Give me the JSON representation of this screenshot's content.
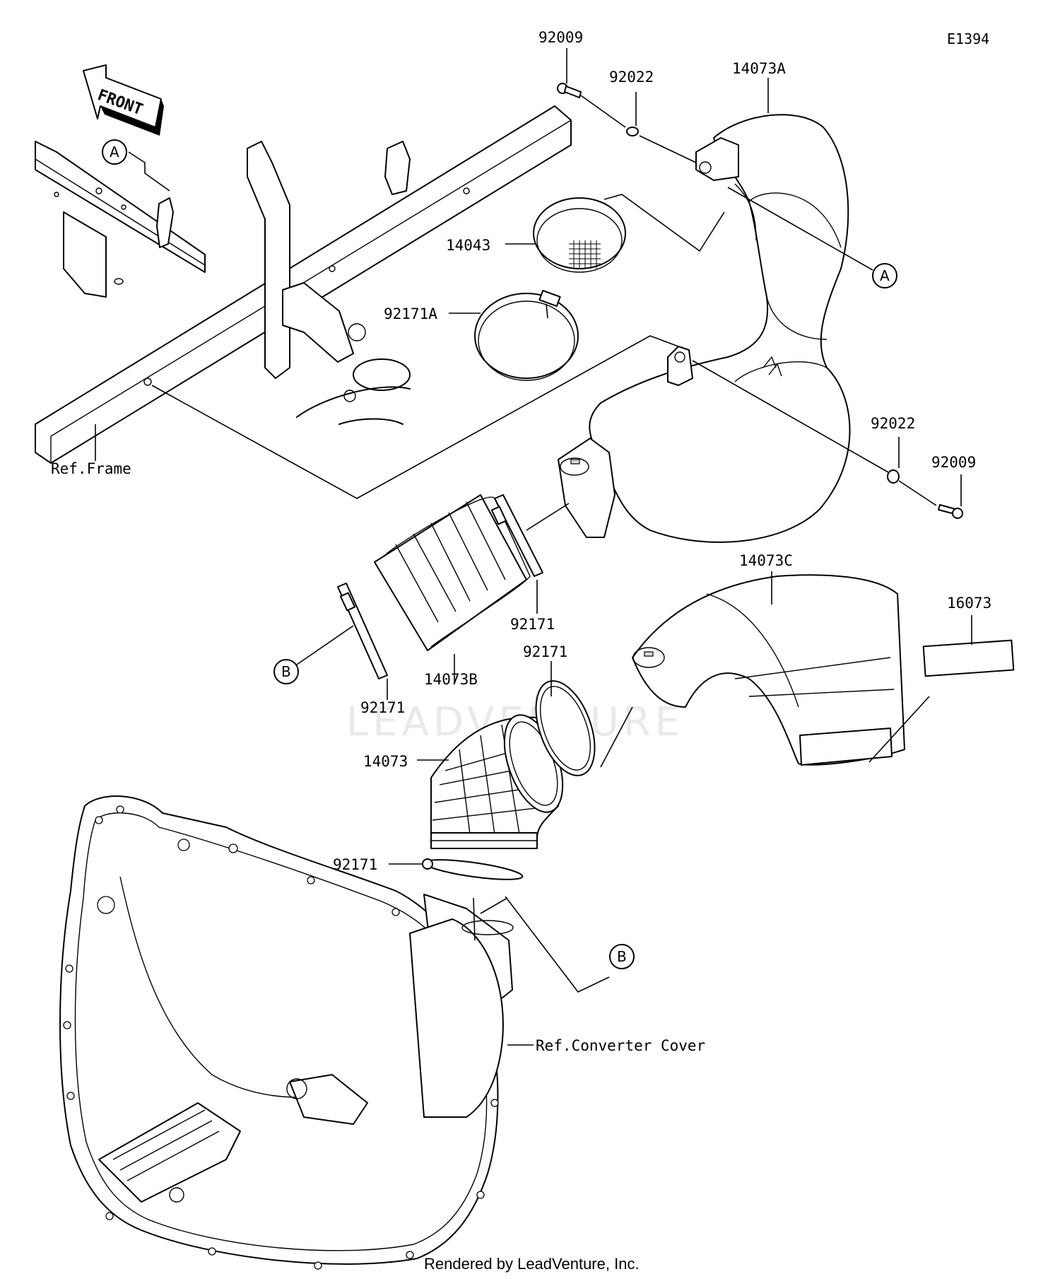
{
  "diagram_code": "E1394",
  "watermark": "LEADVENTURE",
  "front_label": "FRONT",
  "footer": "Rendered by LeadVenture, Inc.",
  "references": {
    "frame": "Ref.Frame",
    "converter_cover": "Ref.Converter Cover"
  },
  "callouts": {
    "a": "A",
    "b": "B"
  },
  "parts": {
    "p92009_top": "92009",
    "p92022_top": "92022",
    "p14073A": "14073A",
    "p14043": "14043",
    "p92171A": "92171A",
    "p92022_right": "92022",
    "p92009_right": "92009",
    "p92171_upper": "92171",
    "p14073B": "14073B",
    "p92171_left": "92171",
    "p92171_mid": "92171",
    "p14073C": "14073C",
    "p16073": "16073",
    "p14073": "14073",
    "p92171_lower": "92171"
  }
}
